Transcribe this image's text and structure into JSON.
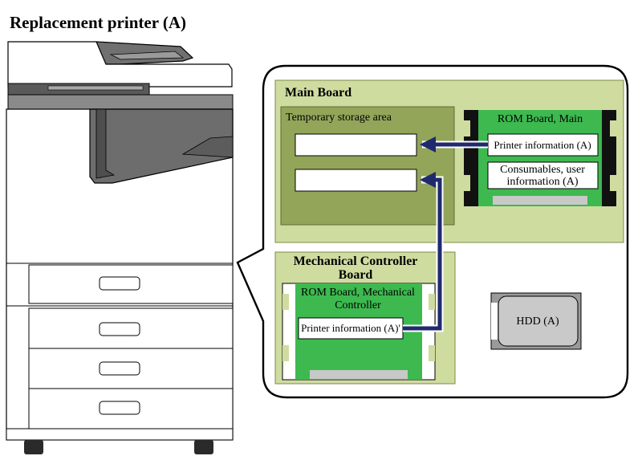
{
  "title": "Replacement printer (A)",
  "main_board": {
    "title": "Main Board",
    "temp_storage": {
      "title": "Temporary storage area"
    },
    "rom_main": {
      "title": "ROM Board, Main",
      "printer_info": "Printer information (A)",
      "consumables_line1": "Consumables, user",
      "consumables_line2": "information (A)"
    }
  },
  "mech_board": {
    "title_line1": "Mechanical Controller",
    "title_line2": "Board",
    "rom": {
      "title_line1": "ROM Board, Mechanical",
      "title_line2": "Controller",
      "printer_info": "Printer information (A)'"
    }
  },
  "hdd": {
    "label": "HDD (A)"
  },
  "colors": {
    "panel_light_green": "#cfdca0",
    "storage_olive": "#93a559",
    "rom_green": "#3db94f",
    "arrow_navy": "#1f2a6e",
    "printer_dark_gray": "#6d6d6d",
    "hdd_gray": "#c9c9c9"
  }
}
